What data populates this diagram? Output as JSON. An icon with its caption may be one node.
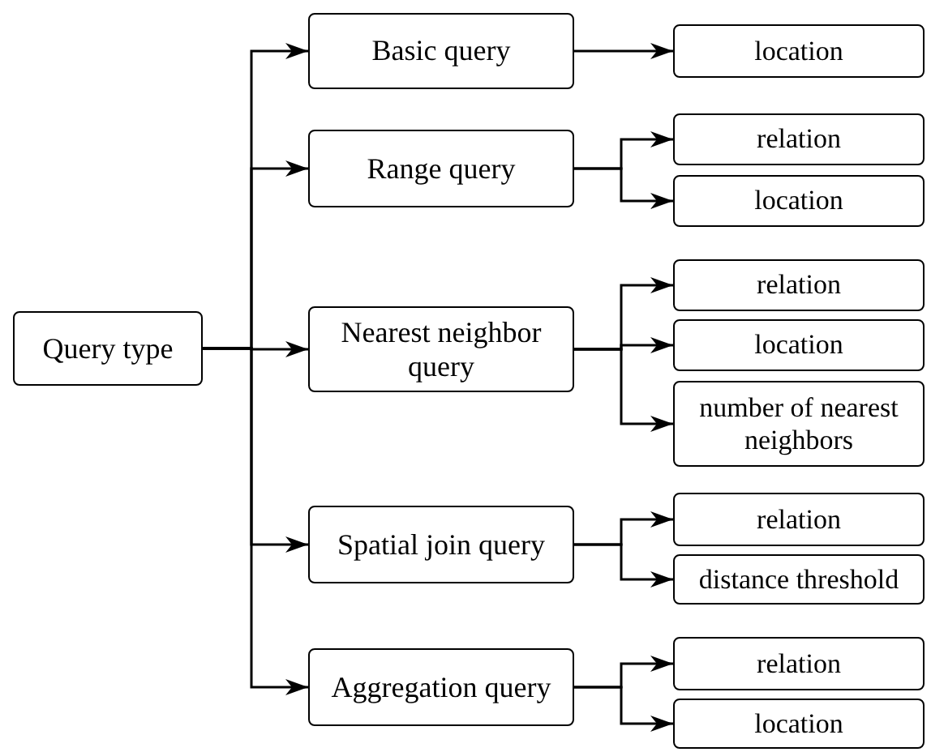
{
  "diagram": {
    "nodes": [
      {
        "text": [
          "Query type"
        ]
      },
      {
        "text": [
          "Basic query"
        ]
      },
      {
        "text": [
          "location"
        ]
      },
      {
        "text": [
          "Range query"
        ]
      },
      {
        "text": [
          "relation"
        ]
      },
      {
        "text": [
          "location"
        ]
      },
      {
        "text": [
          "Nearest neighbor query"
        ]
      },
      {
        "text": [
          "relation"
        ]
      },
      {
        "text": [
          "location"
        ]
      },
      {
        "text": [
          "number of nearest neighbors"
        ]
      },
      {
        "text": [
          "Spatial join query"
        ]
      },
      {
        "text": [
          "relation"
        ]
      },
      {
        "text": [
          "distance threshold"
        ]
      },
      {
        "text": [
          "Aggregation query"
        ]
      },
      {
        "text": [
          "relation"
        ]
      },
      {
        "text": [
          "location"
        ]
      }
    ],
    "edges": [
      {
        "from": 0,
        "to": 1,
        "arrow": "to"
      },
      {
        "from": 0,
        "to": 3,
        "arrow": "to"
      },
      {
        "from": 0,
        "to": 6,
        "arrow": "to"
      },
      {
        "from": 0,
        "to": 10,
        "arrow": "to"
      },
      {
        "from": 0,
        "to": 13,
        "arrow": "to"
      },
      {
        "from": 1,
        "to": 2,
        "arrow": "to"
      },
      {
        "from": 3,
        "to": 4,
        "arrow": "to"
      },
      {
        "from": 3,
        "to": 5,
        "arrow": "to"
      },
      {
        "from": 6,
        "to": 7,
        "arrow": "to"
      },
      {
        "from": 6,
        "to": 8,
        "arrow": "to"
      },
      {
        "from": 6,
        "to": 9,
        "arrow": "to"
      },
      {
        "from": 10,
        "to": 11,
        "arrow": "to"
      },
      {
        "from": 10,
        "to": 12,
        "arrow": "to"
      },
      {
        "from": 13,
        "to": 14,
        "arrow": "to"
      },
      {
        "from": 13,
        "to": 15,
        "arrow": "to"
      }
    ]
  }
}
